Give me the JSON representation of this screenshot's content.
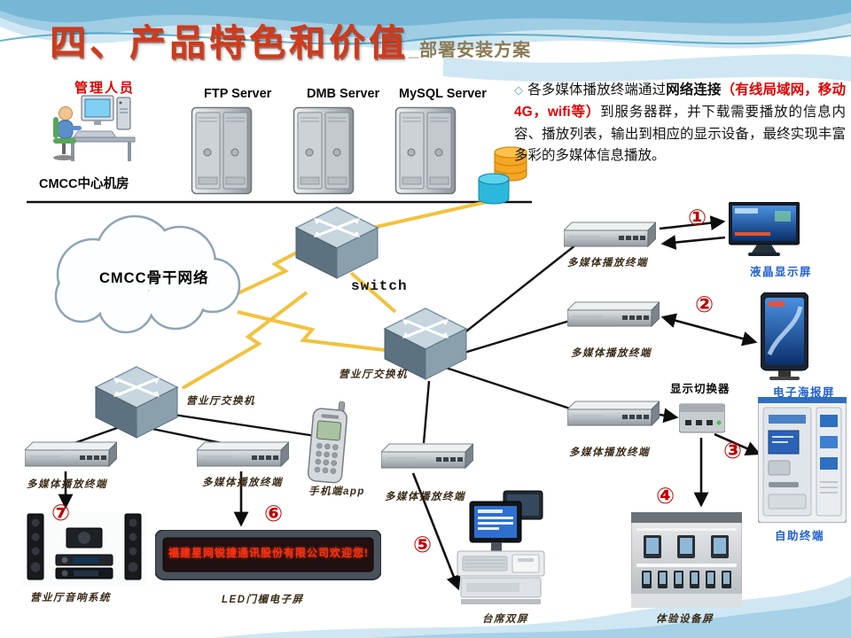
{
  "title": {
    "main": "四、产品特色和价值",
    "suffix": "_部署安装方案"
  },
  "intro": {
    "marker": "◇",
    "text_1": "各多媒体播放终端通过",
    "text_bold": "网络连接",
    "text_red": "（有线局域网，移动4G，wifi等）",
    "text_2": "到服务器群，并下载需要播放的信息内容、播放列表，输出到相应的显示设备，最终实现丰富多彩的多媒体信息播放。"
  },
  "datacenter": {
    "admin": "管理人员",
    "room": "CMCC中心机房",
    "servers": [
      "FTP Server",
      "DMB Server",
      "MySQL Server"
    ]
  },
  "network": {
    "cloud": "CMCC骨干网络",
    "switch": "switch",
    "hall_switch": "营业厅交换机",
    "terminal": "多媒体播放终端",
    "phone_app": "手机端app"
  },
  "endpoints": {
    "lcd": "液晶显示屏",
    "poster": "电子海报屏",
    "display_switcher": "显示切换器",
    "kiosk": "自助终端",
    "experience_wall": "体验设备屏",
    "audio_system": "营业厅音响系统",
    "led_screen": "LED门楣电子屏",
    "dual_screen": "台席双屏",
    "led_text": "福建星网锐捷通讯股份有限公司欢迎您!"
  },
  "numbers": [
    "①",
    "②",
    "③",
    "④",
    "⑤",
    "⑥",
    "⑦"
  ],
  "colors": {
    "title_red": "#cf3a1d",
    "subtitle_brown": "#8a7a55",
    "highlight_red": "#e00000",
    "label_blue": "#1f5fd0",
    "number_red": "#c00000",
    "bolt_yellow": "#f2c23e"
  }
}
